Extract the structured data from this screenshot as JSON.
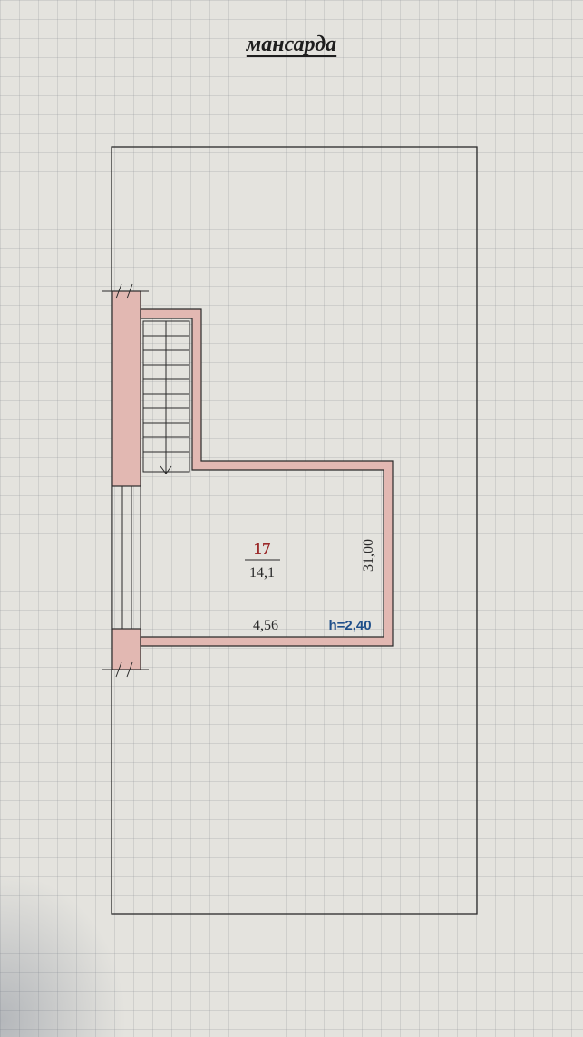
{
  "page_title": "мансарда",
  "room": {
    "number": "17",
    "area": "14,1",
    "width": "4,56",
    "length": "31,00",
    "height": "h=2,40"
  },
  "colors": {
    "wall_fill": "#e2b8b2",
    "line": "#2a2a2a",
    "room_number": "#9b2a2a",
    "height_label": "#1f4f8a"
  }
}
